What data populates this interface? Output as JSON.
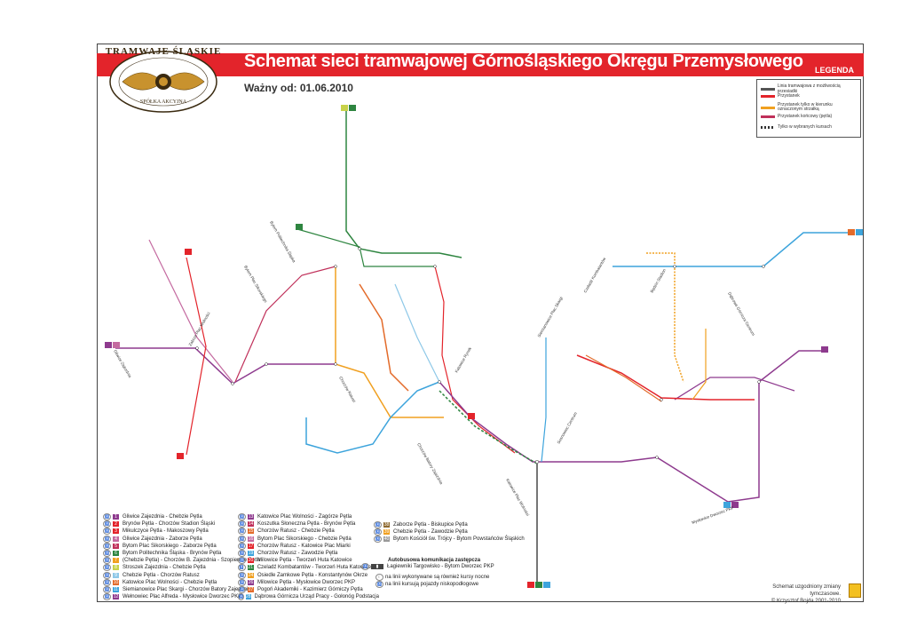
{
  "header": {
    "title": "Schemat sieci tramwajowej Górnośląskiego Okręgu Przemysłowego",
    "valid_from": "Ważny od: 01.06.2010",
    "legend_title": "LEGENDA"
  },
  "logo": {
    "top_text": "TRAMWAJE ŚLĄSKIE",
    "bottom_text": "SPÓŁKA AKCYJNA"
  },
  "legend": [
    {
      "label": "Linia tramwajowa z możliwością przesiadki",
      "color": "#555555"
    },
    {
      "label": "Przystanek",
      "color": "#e3242b"
    },
    {
      "label": "Przystanek tylko w kierunku oznaczonym strzałką",
      "color": "#f0a020"
    },
    {
      "label": "Przystanek końcowy (pętla)",
      "color": "#c0305a"
    },
    {
      "label": "Tylko w wybranych kursach",
      "color": "#333333"
    }
  ],
  "routes_col1": [
    {
      "num": "1",
      "color": "#8e3a8e",
      "text": "Gliwice Zajezdnia - Chebzie Pętla"
    },
    {
      "num": "2",
      "color": "#e3242b",
      "text": "Brynów Pętla - Chorzów Stadion Śląski"
    },
    {
      "num": "3",
      "color": "#e3242b",
      "text": "Mikulczyce Pętla - Makoszowy Pętla"
    },
    {
      "num": "4",
      "color": "#c46aa0",
      "text": "Gliwice Zajezdnia - Zaborze Pętla"
    },
    {
      "num": "5",
      "color": "#c0305a",
      "text": "Bytom Plac Sikorskiego - Zaborze Pętla"
    },
    {
      "num": "6",
      "color": "#2e8540",
      "text": "Bytom Politechnika Śląska - Brynów Pętla"
    },
    {
      "num": "7",
      "color": "#f0a020",
      "text": "(Chebzie Pętla) - Chorzów B. Zajezdnia - Szopienice Pętla"
    },
    {
      "num": "8",
      "color": "#c8d24a",
      "text": "Stroszek Zajezdnia - Chebzie Pętla"
    },
    {
      "num": "9",
      "color": "#8ec8e8",
      "text": "Chebzie Pętla - Chorzów Ratusz"
    },
    {
      "num": "10",
      "color": "#e36b2a",
      "text": "Katowice Plac Wolności - Chebzie Pętla"
    },
    {
      "num": "11",
      "color": "#3da4dc",
      "text": "Siemianowice Plac Skargi - Chorzów Batory Zajezdnia"
    },
    {
      "num": "12",
      "color": "#8e3a8e",
      "text": "Wełnowiec Plac Alfreda - Mysłowice Dworzec PKP"
    }
  ],
  "routes_col2": [
    {
      "num": "13",
      "color": "#8e3a8e",
      "text": "Katowice Plac Wolności - Zagórze Pętla"
    },
    {
      "num": "14",
      "color": "#c0305a",
      "text": "Koszutka Słoneczna Pętla - Brynów Pętla"
    },
    {
      "num": "15",
      "color": "#e36b2a",
      "text": "Chorzów Ratusz - Chebzie Pętla"
    },
    {
      "num": "16",
      "color": "#c46aa0",
      "text": "Bytom Plac Sikorskiego - Chebzie Pętla"
    },
    {
      "num": "17",
      "color": "#e3242b",
      "text": "Chorzów Ratusz - Katowice Plac Miarki"
    },
    {
      "num": "19",
      "color": "#3da4dc",
      "text": "Chorzów Ratusz - Zawodzie Pętla"
    },
    {
      "num": "20",
      "color": "#e3242b",
      "text": "Milowice Pętla - Tworzeń Huta Katowice"
    },
    {
      "num": "21",
      "color": "#2e8540",
      "text": "Czeladź Kombatantów - Tworzeń Huta Katowice"
    },
    {
      "num": "24",
      "color": "#f0a020",
      "text": "Osiedle Zamkowe Pętla - Konstantynów Okrze"
    },
    {
      "num": "26",
      "color": "#8e3a8e",
      "text": "Milowice Pętla - Mysłowice Dworzec PKP"
    },
    {
      "num": "27",
      "color": "#e36b2a",
      "text": "Pogoń Akademiki - Kazimierz Górniczy Pętla"
    },
    {
      "num": "28",
      "color": "#3da4dc",
      "text": "Dąbrowa Górnicza Urząd Pracy - Gołonóg Podstacja"
    }
  ],
  "routes_col3": [
    {
      "num": "38",
      "color": "#8e6a30",
      "text": "Zaborze Pętla - Biskupice Pętla"
    },
    {
      "num": "39",
      "color": "#f0a020",
      "text": "Chebzie Pętla - Zawodzie Pętla"
    },
    {
      "num": "40",
      "color": "#999999",
      "text": "Bytom Kościół św. Trójcy - Bytom Powstańców Śląskich"
    }
  ],
  "bus": {
    "title": "Autobusowa komunikacja zastępcza",
    "line": "Łagiewniki Targowisko - Bytom Dworzec PKP",
    "note1": "na linii wykonywane są również kursy nocne",
    "note2": "na linii kursują pojazdy niskopodłogowe"
  },
  "footer": {
    "line1": "Schemat uzgodniony zmiany tymczasowe.",
    "line2": "© Krzysztof Bojda 2001-2010"
  },
  "stops": [
    {
      "name": "Bytom Politechnika Śląska"
    },
    {
      "name": "Bytom Plac Sikorskiego"
    },
    {
      "name": "Chorzów Ratusz"
    },
    {
      "name": "Chorzów Batory Zajezdnia"
    },
    {
      "name": "Katowice Rynek"
    },
    {
      "name": "Katowice Plac Wolności"
    },
    {
      "name": "Sosnowiec Centrum"
    },
    {
      "name": "Będzin Stadion"
    },
    {
      "name": "Czeladź Kombatantów"
    },
    {
      "name": "Dąbrowa Górnicza Centrum"
    },
    {
      "name": "Zabrze Plac Wolności"
    },
    {
      "name": "Gliwice Zajezdnia"
    },
    {
      "name": "Mysłowice Dworzec PKP"
    },
    {
      "name": "Siemianowice Plac Skargi"
    }
  ],
  "colors": {
    "header": "#e3242b",
    "frame": "#444444"
  }
}
